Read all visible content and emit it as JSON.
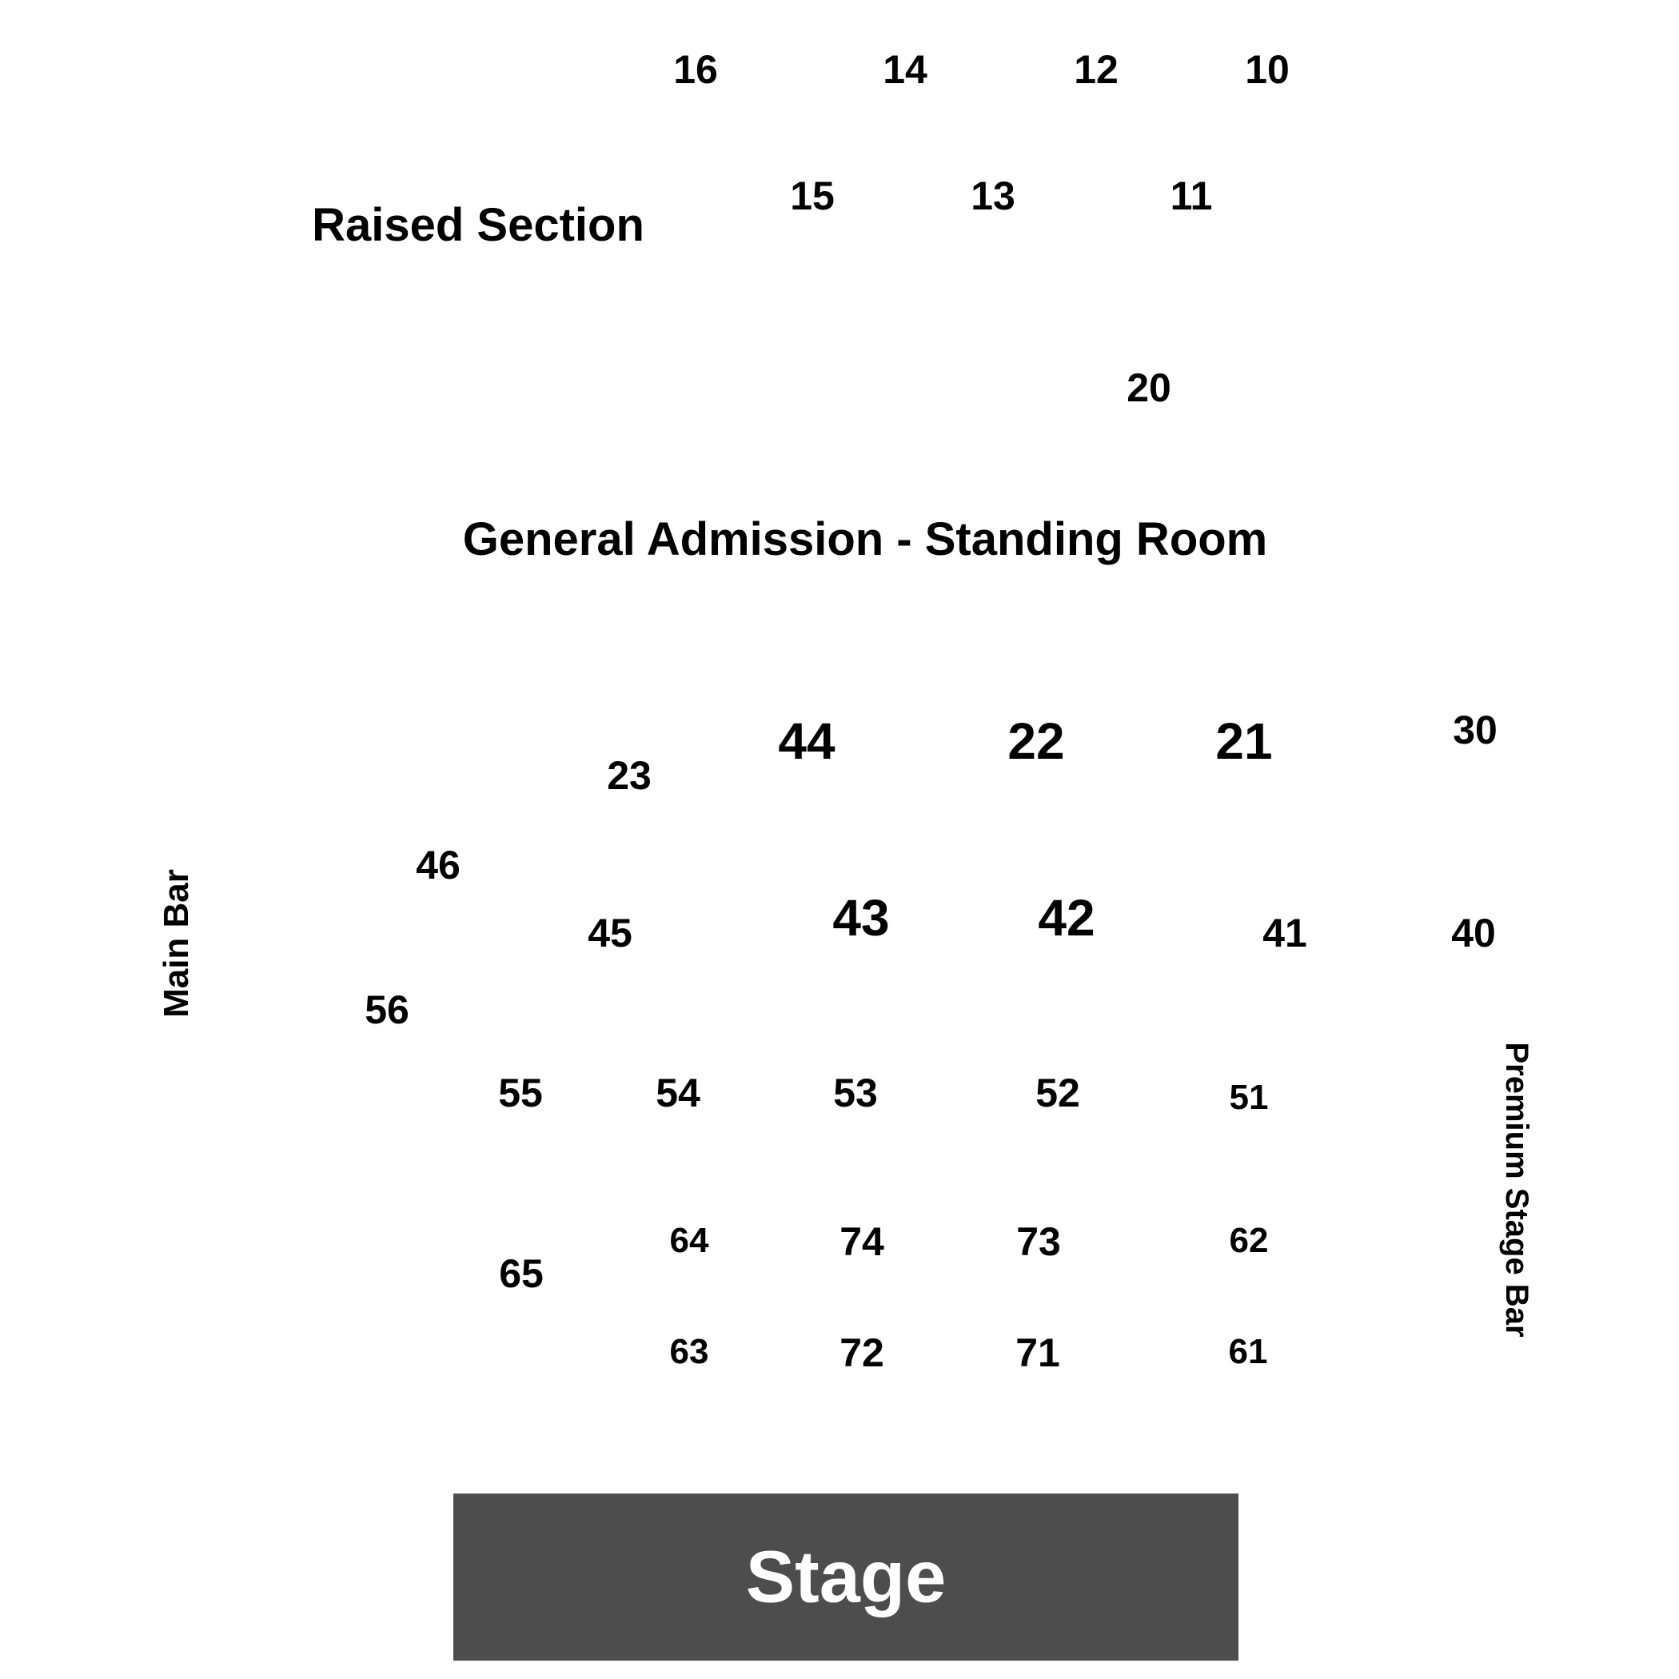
{
  "map": {
    "raised_section_label": "Raised Section",
    "ga_label": "General Admission - Standing Room",
    "main_bar_label": "Main Bar",
    "premium_bar_label": "Premium Stage Bar",
    "stage_label": "Stage",
    "colors": {
      "background": "#ffffff",
      "text": "#000000",
      "stage_fill": "#4d4d4d",
      "stage_text": "#ffffff"
    },
    "sections": [
      "16",
      "14",
      "12",
      "10",
      "15",
      "13",
      "11",
      "20",
      "44",
      "22",
      "21",
      "30",
      "23",
      "46",
      "43",
      "42",
      "45",
      "41",
      "40",
      "56",
      "55",
      "54",
      "53",
      "52",
      "51",
      "64",
      "74",
      "73",
      "62",
      "65",
      "63",
      "72",
      "71",
      "61"
    ]
  }
}
